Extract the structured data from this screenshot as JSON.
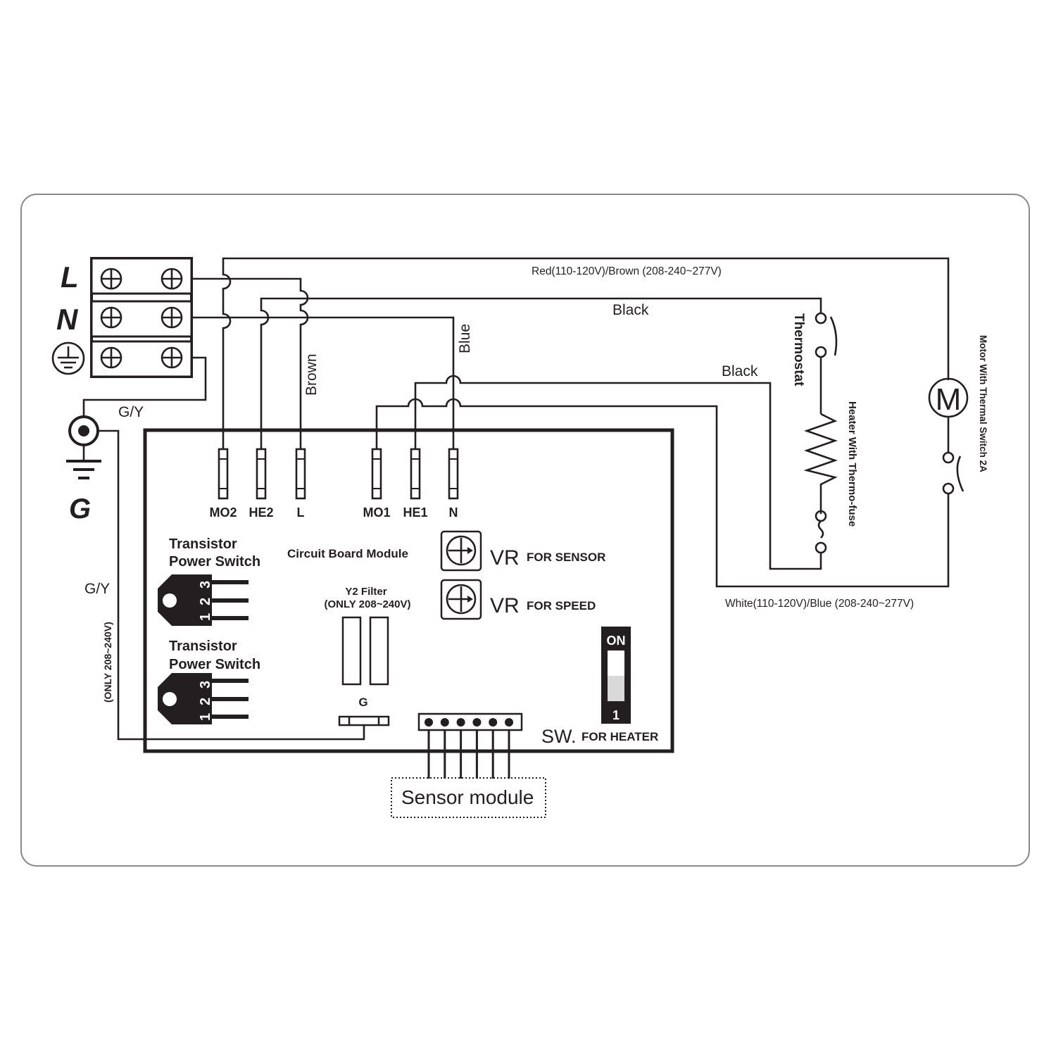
{
  "terminal_block": {
    "labels": [
      "L",
      "N"
    ],
    "earth_symbol": "protective-earth-icon"
  },
  "ground": {
    "label": "G",
    "wire_label": "G/Y"
  },
  "wires": {
    "motor_supply": "Red(110-120V)/Brown (208-240~277V)",
    "heater_supply": "Black",
    "thermostat_return": "Black",
    "neutral": "Blue",
    "live": "Brown",
    "motor_return": "White(110-120V)/Blue (208-240~277V)",
    "board_ground": "G/Y",
    "board_ground_note": "(ONLY 208~240V)"
  },
  "board": {
    "title": "Circuit Board Module",
    "terminals": [
      "MO2",
      "HE2",
      "L",
      "MO1",
      "HE1",
      "N"
    ],
    "transistors": [
      {
        "label_line1": "Transistor",
        "label_line2": "Power Switch",
        "pins": [
          "1",
          "2",
          "3"
        ]
      },
      {
        "label_line1": "Transistor",
        "label_line2": "Power Switch",
        "pins": [
          "1",
          "2",
          "3"
        ]
      }
    ],
    "y2_filter": {
      "title": "Y2 Filter",
      "note": "(ONLY 208~240V)"
    },
    "ground_terminal": "G",
    "vr_sensor": {
      "prefix": "VR",
      "label": "FOR SENSOR"
    },
    "vr_speed": {
      "prefix": "VR",
      "label": "FOR SPEED"
    },
    "dip_switch": {
      "on_label": "ON",
      "number": "1",
      "prefix": "SW.",
      "label": "FOR HEATER"
    },
    "sensor_connector_pins": 6
  },
  "sensor_module": {
    "label": "Sensor module"
  },
  "components": {
    "thermostat": "Thermostat",
    "heater": "Heater With Thermo-fuse",
    "motor": "Motor With Thermal Switch 2A",
    "motor_symbol": "M"
  }
}
